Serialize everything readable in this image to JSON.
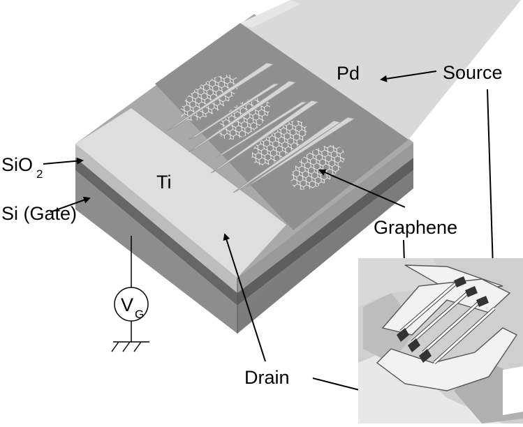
{
  "labels": {
    "pd": "Pd",
    "ti": "Ti",
    "source": "Source",
    "graphene": "Graphene",
    "drain": "Drain",
    "sio2_main": "SiO",
    "sio2_sub": "2",
    "si_gate": "Si (Gate)",
    "vg_main": "V",
    "vg_sub": "G"
  },
  "colors": {
    "top_surface": "#a9a9a9",
    "front_face_light": "#b9b9b9",
    "front_face_dark": "#7a7a7a",
    "oxide_band": "#6f6f6f",
    "metal_pad": "#d9d9d9",
    "graphene_area": "#8f8f8f",
    "sem_background": "#cfcfcf"
  },
  "icons": [
    "ground-symbol-icon",
    "voltage-source-icon",
    "arrow-icon"
  ]
}
